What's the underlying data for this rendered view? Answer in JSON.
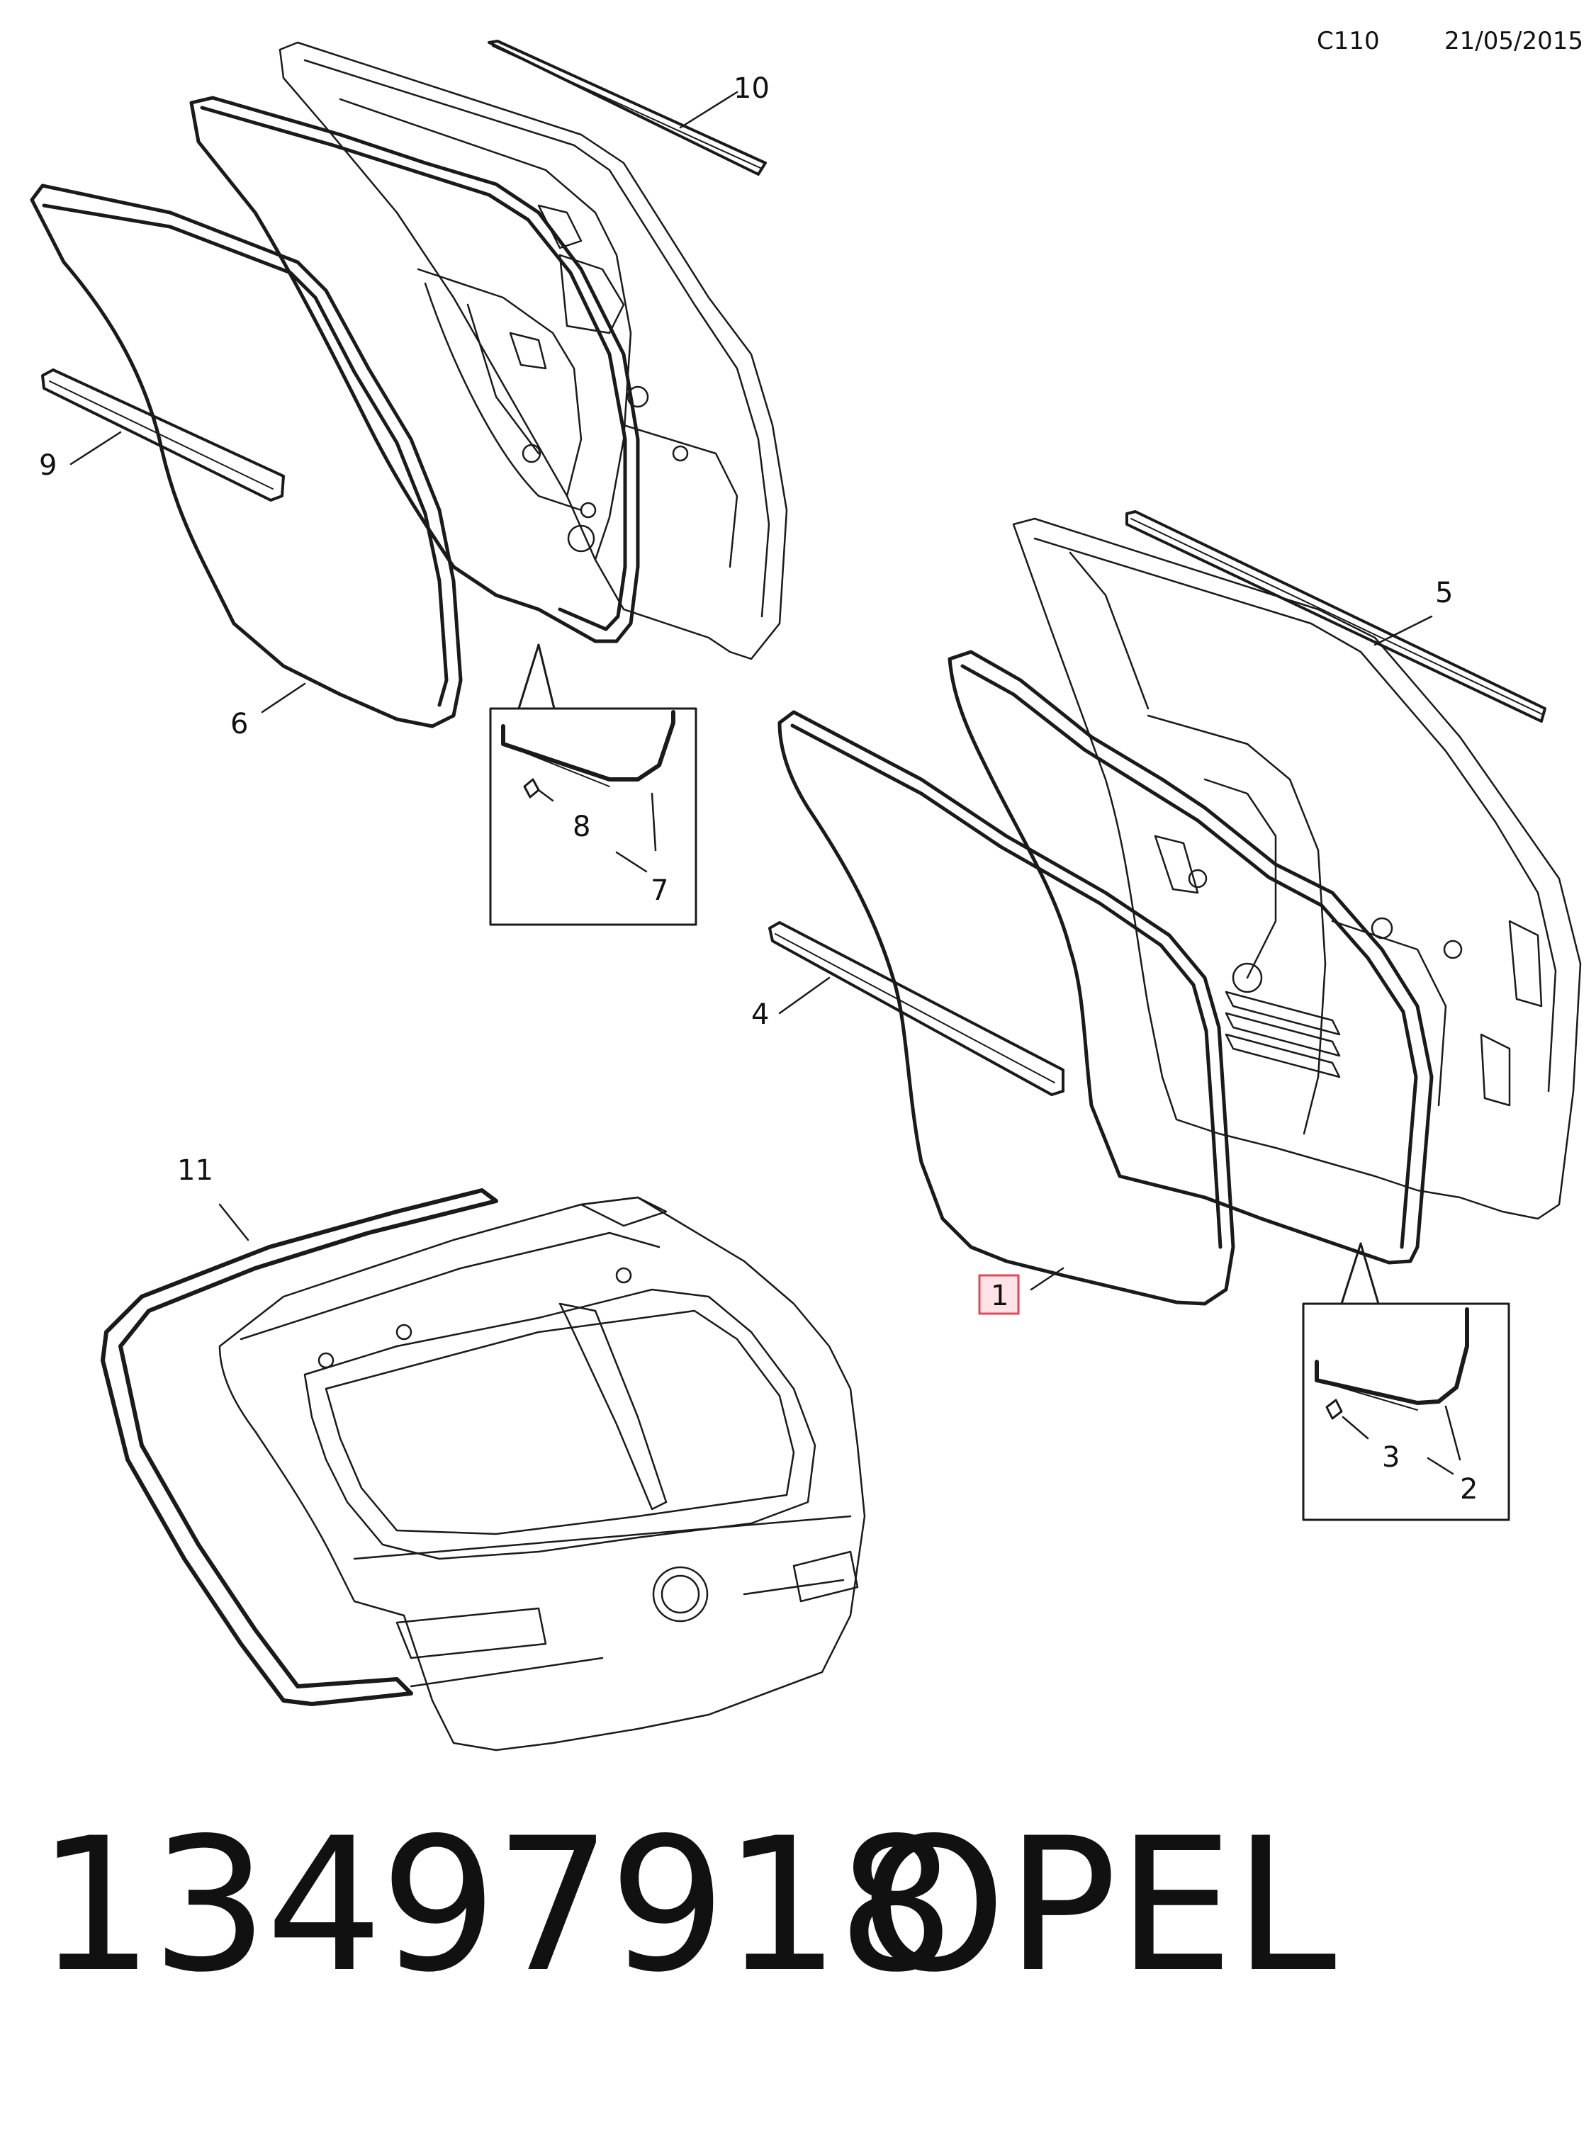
{
  "header": {
    "code": "C110",
    "date": "21/05/2015"
  },
  "callouts": [
    {
      "id": "c1",
      "label": "1",
      "highlighted": true
    },
    {
      "id": "c2",
      "label": "2"
    },
    {
      "id": "c3",
      "label": "3"
    },
    {
      "id": "c4",
      "label": "4"
    },
    {
      "id": "c5",
      "label": "5"
    },
    {
      "id": "c6",
      "label": "6"
    },
    {
      "id": "c7",
      "label": "7"
    },
    {
      "id": "c8",
      "label": "8"
    },
    {
      "id": "c9",
      "label": "9"
    },
    {
      "id": "c10",
      "label": "10"
    },
    {
      "id": "c11",
      "label": "11"
    }
  ],
  "footer": {
    "part_number": "13497918",
    "brand": "OPEL"
  },
  "colors": {
    "line": "#1a1a1a",
    "highlight_border": "#e24a5b",
    "highlight_fill": "#fde3e6"
  }
}
